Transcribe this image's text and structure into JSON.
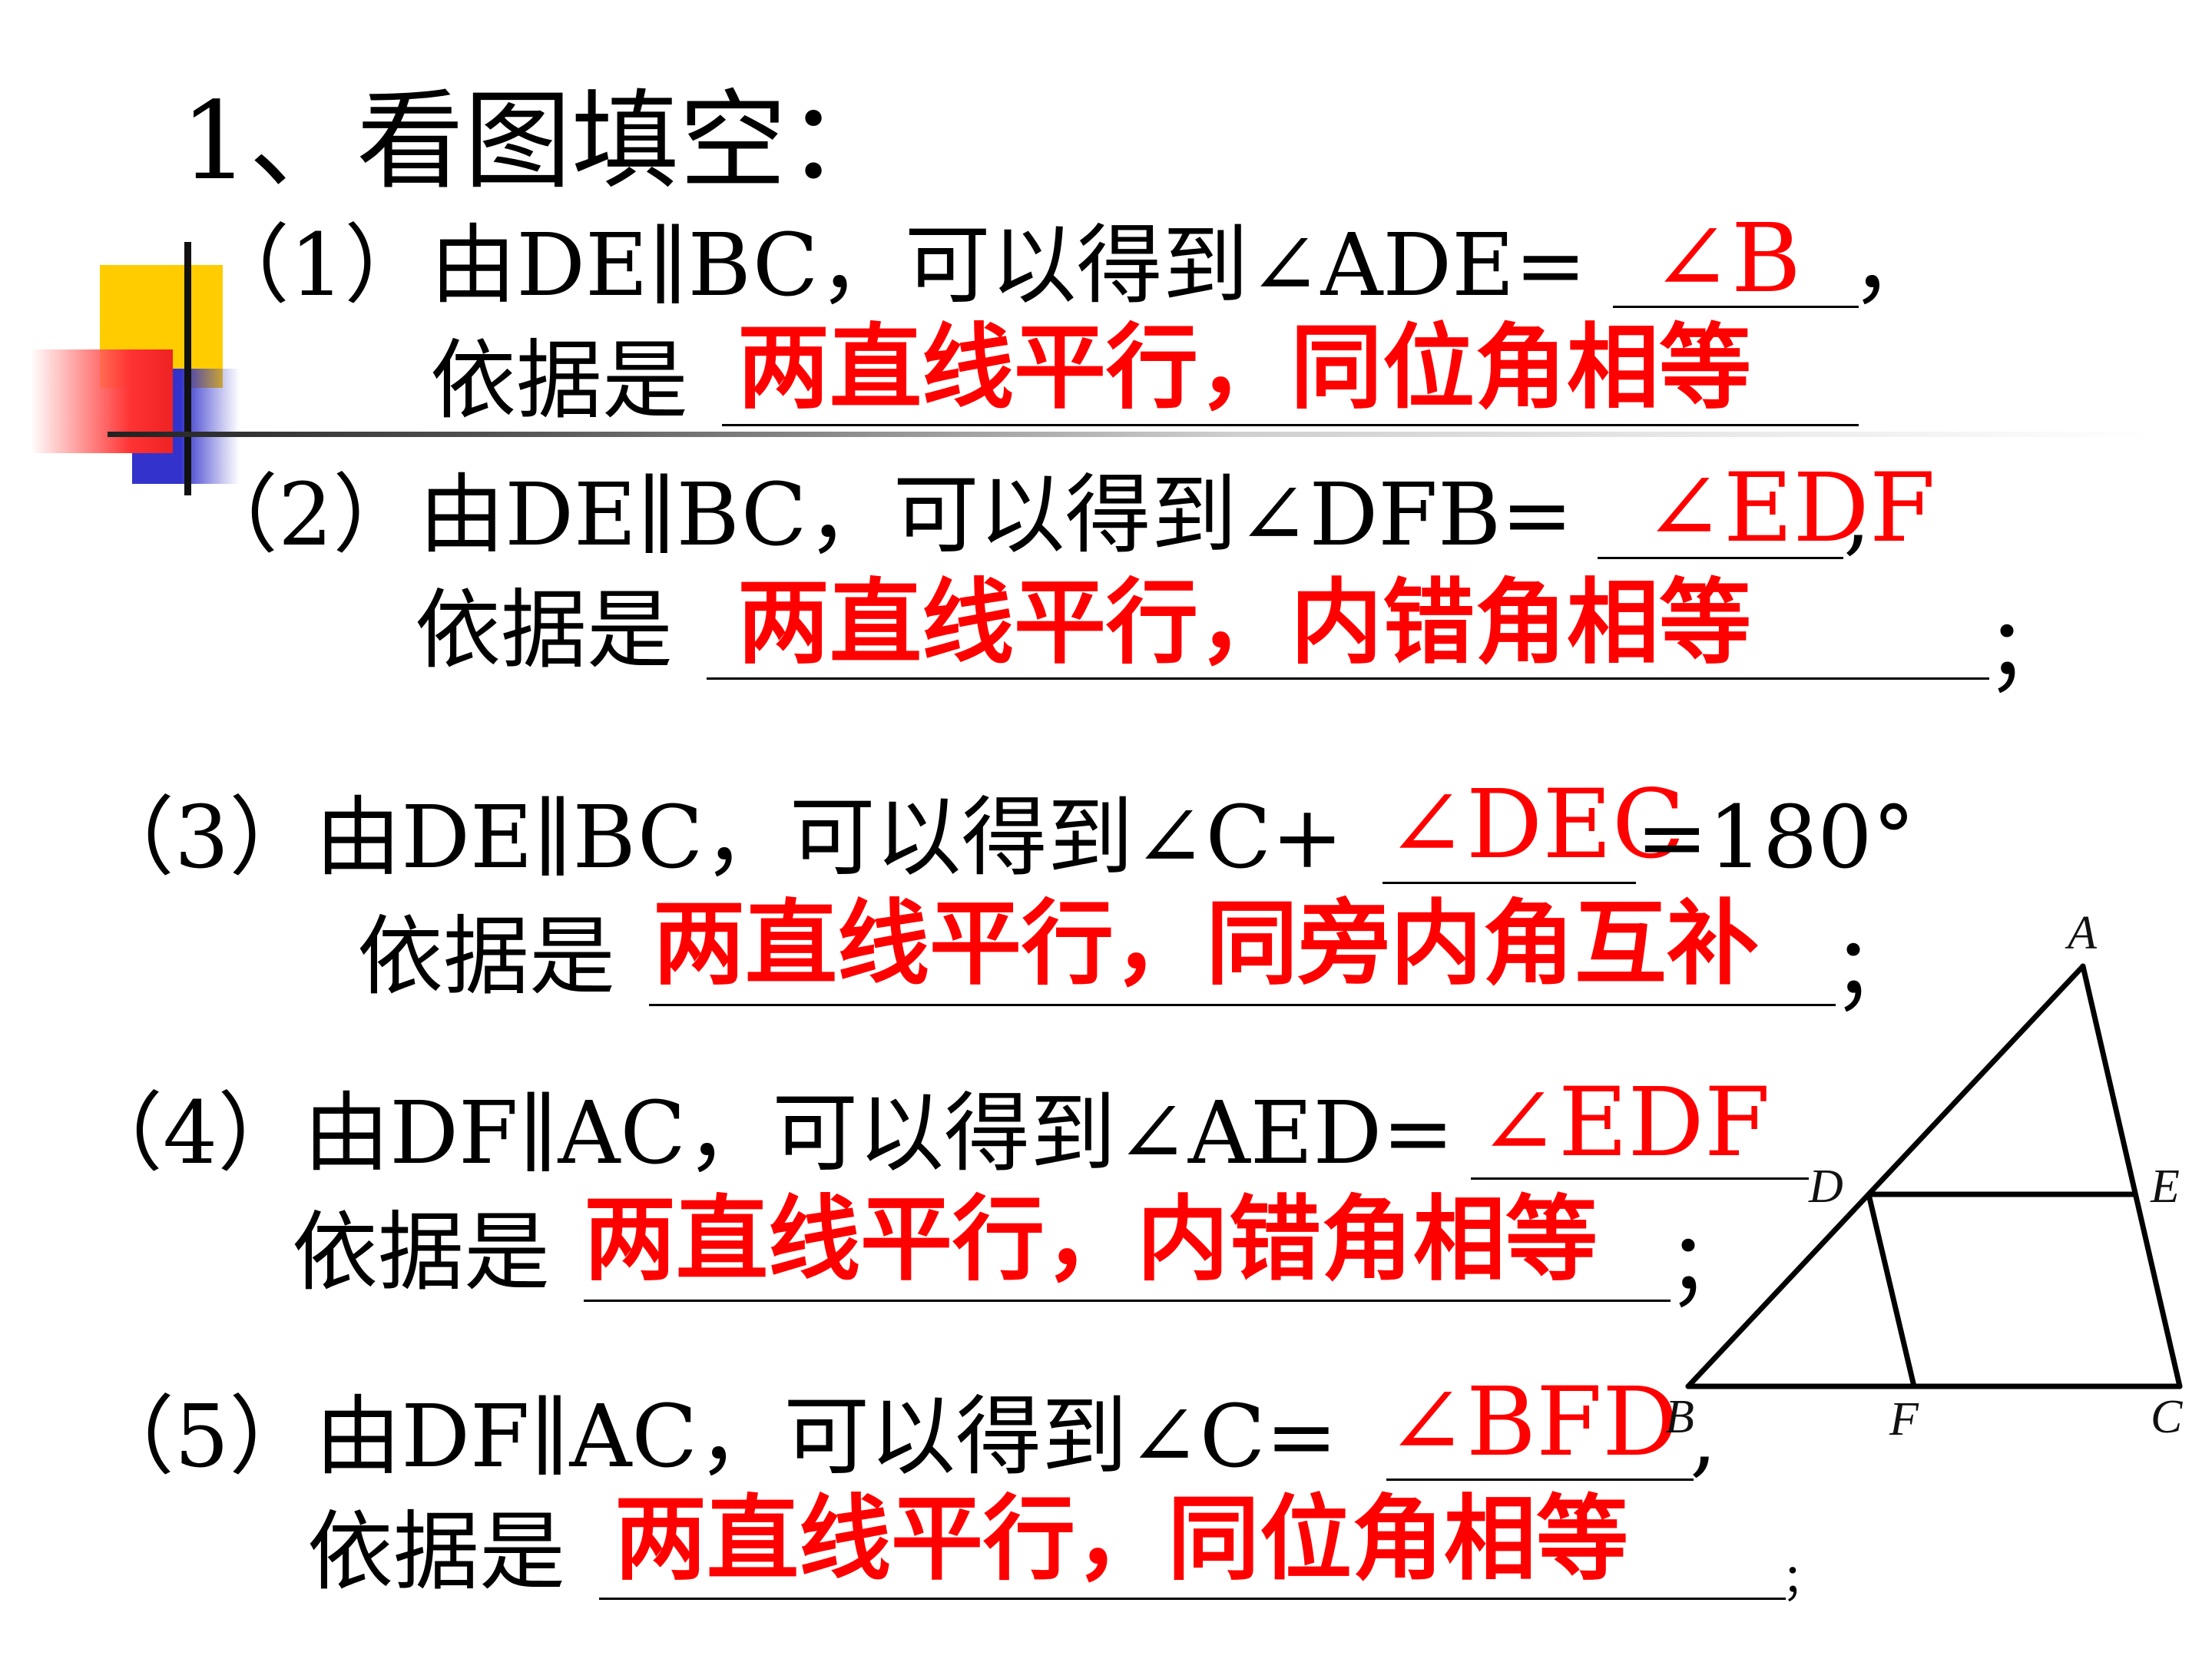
{
  "title": "1、看图填空：",
  "basis_label": "依据是",
  "items": [
    {
      "stem": "（1）由DE∥BC，可以得到∠ADE=",
      "answer": "∠B",
      "after": "，",
      "reason": "两直线平行，同位角相等",
      "reason_end": ""
    },
    {
      "stem": "（2）由DE∥BC，可以得到∠DFB=",
      "answer": "∠EDF",
      "after": ",",
      "reason": "两直线平行，内错角相等",
      "reason_end": "；"
    },
    {
      "stem": "（3）由DE∥BC，可以得到∠C+",
      "answer": "∠DEC",
      "after": "=180°",
      "reason": "两直线平行，同旁内角互补",
      "reason_end": "；"
    },
    {
      "stem": "（4）由DF∥AC，可以得到∠AED=",
      "answer": "∠EDF",
      "after": "",
      "reason": "两直线平行，内错角相等",
      "reason_end": "；"
    },
    {
      "stem": "（5）由DF∥AC，可以得到∠C=",
      "answer": "∠BFD",
      "after": ",",
      "reason": "两直线平行，同位角相等",
      "reason_end": "；"
    }
  ],
  "figure": {
    "labels": {
      "A": "A",
      "B": "B",
      "C": "C",
      "D": "D",
      "E": "E",
      "F": "F"
    }
  },
  "colors": {
    "answer": "#ff0000",
    "text": "#000000",
    "deco_yellow": "#ffcc00",
    "deco_blue": "#3333cc",
    "deco_red": "#ff3333"
  }
}
